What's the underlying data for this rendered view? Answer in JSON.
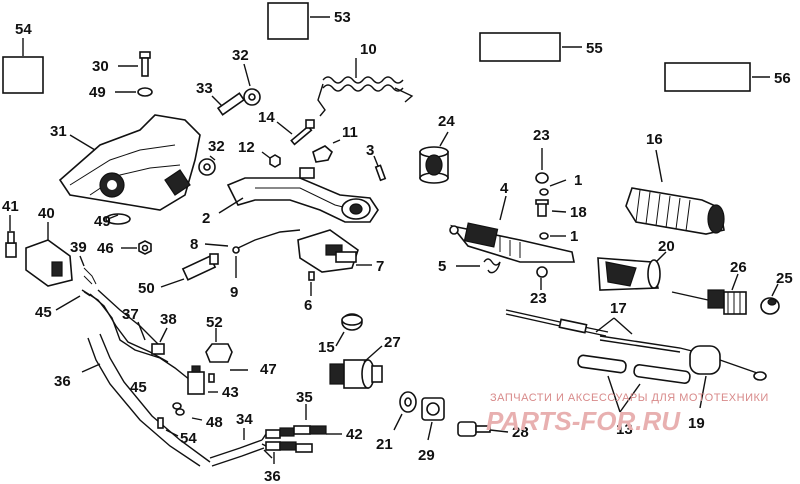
{
  "labels": {
    "l54a": "54",
    "l53": "53",
    "l55": "55",
    "l56": "56",
    "l30": "30",
    "l49a": "49",
    "l32a": "32",
    "l33": "33",
    "l10": "10",
    "l14": "14",
    "l11": "11",
    "l31": "31",
    "l32b": "32",
    "l12": "12",
    "l3": "3",
    "l24": "24",
    "l23a": "23",
    "l16": "16",
    "l1a": "1",
    "l4": "4",
    "l18": "18",
    "l1b": "1",
    "l41": "41",
    "l40": "40",
    "l49b": "49",
    "l2": "2",
    "l8": "8",
    "l46": "46",
    "l39": "39",
    "l20": "20",
    "l7": "7",
    "l5": "5",
    "l26": "26",
    "l25": "25",
    "l50": "50",
    "l9": "9",
    "l23b": "23",
    "l6": "6",
    "l45a": "45",
    "l17": "17",
    "l37": "37",
    "l38": "38",
    "l52": "52",
    "l15": "15",
    "l27": "27",
    "l47": "47",
    "l36a": "36",
    "l45b": "45",
    "l43": "43",
    "l35": "35",
    "l48": "48",
    "l34": "34",
    "l42": "42",
    "l54b": "54",
    "l21": "21",
    "l29": "29",
    "l28": "28",
    "l13": "13",
    "l19": "19",
    "l36b": "36"
  },
  "watermark": {
    "caption": "ЗАПЧАСТИ И АКСЕССУАРЫ ДЛЯ МОТОТЕХНИКИ",
    "logo": "PARTS-FOR.RU"
  }
}
